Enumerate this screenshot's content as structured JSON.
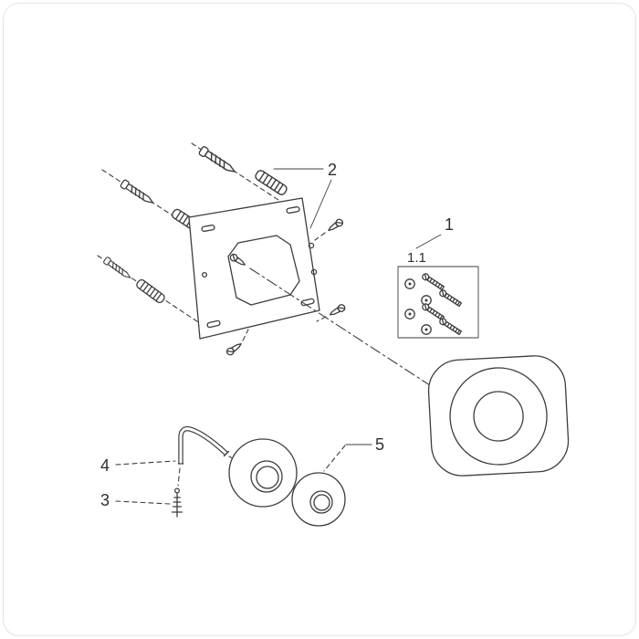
{
  "canvas": {
    "background": "#ffffff",
    "line_color": "#3d3d3d",
    "text_color": "#2f2f2f",
    "border_color": "#e4e4e4"
  },
  "labels": {
    "part1": "1",
    "part1_1": "1.1",
    "part2": "2",
    "part3": "3",
    "part4": "4",
    "part5": "5"
  }
}
